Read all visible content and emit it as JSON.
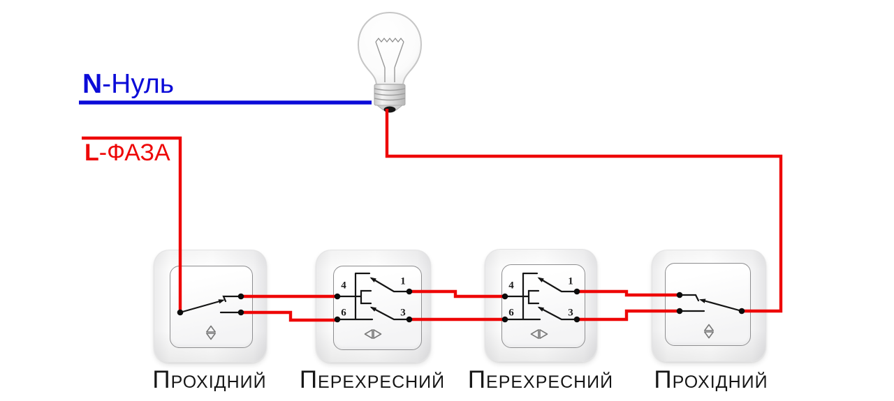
{
  "neutral_label": {
    "symbol": "N",
    "text": "-Нуль"
  },
  "phase_label": {
    "symbol": "L",
    "text": "-ФАЗА"
  },
  "switches": [
    {
      "label": "Прохідний",
      "rocker_icon": "rocker-updown-icon",
      "terminals": []
    },
    {
      "label": "Перехресний",
      "rocker_icon": "rocker-crossover-icon",
      "terminals": [
        "4",
        "6",
        "1",
        "3"
      ]
    },
    {
      "label": "Перехресний",
      "rocker_icon": "rocker-crossover-icon",
      "terminals": [
        "4",
        "6",
        "1",
        "3"
      ]
    },
    {
      "label": "Прохідний",
      "rocker_icon": "rocker-updown-icon",
      "terminals": []
    }
  ],
  "icons": {
    "lamp": "light-bulb-icon"
  },
  "colors": {
    "neutral_wire": "#0b0bd8",
    "phase_wire": "#ee0707",
    "schematic_line": "#141414",
    "label_text": "#161616"
  }
}
